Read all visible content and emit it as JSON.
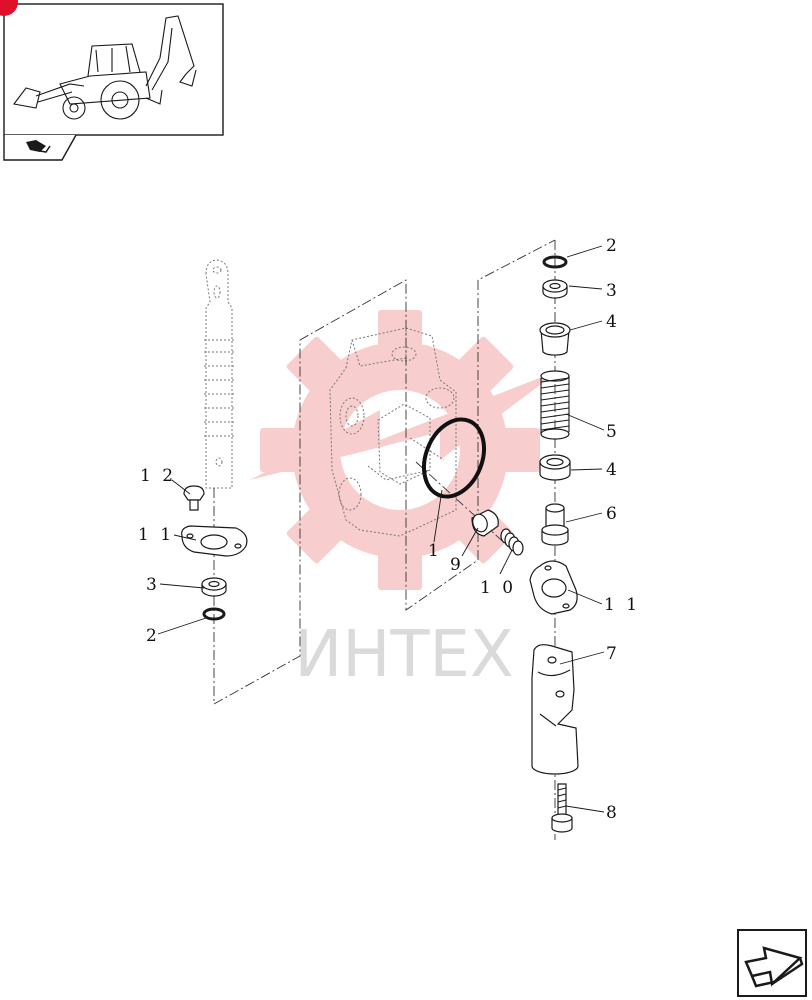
{
  "watermark": {
    "text": "ИНТЕХ",
    "gear_color": "#f3a6a6"
  },
  "thumbnail": {
    "icon": "backhoe-loader-icon",
    "badge_color": "#e0102a"
  },
  "nav": {
    "back_icon": "back-arrow-icon",
    "next_icon": "next-page-arrow-icon"
  },
  "callouts": {
    "c_2_right": "2",
    "c_3_right": "3",
    "c_4_top": "4",
    "c_5": "5",
    "c_4_bottom": "4",
    "c_6": "6",
    "c_11_right": "1 1",
    "c_7": "7",
    "c_8": "8",
    "c_12": "1 2",
    "c_11_left": "1 1",
    "c_3_left": "3",
    "c_2_left": "2",
    "c_1": "1",
    "c_9": "9",
    "c_10": "1 0"
  }
}
